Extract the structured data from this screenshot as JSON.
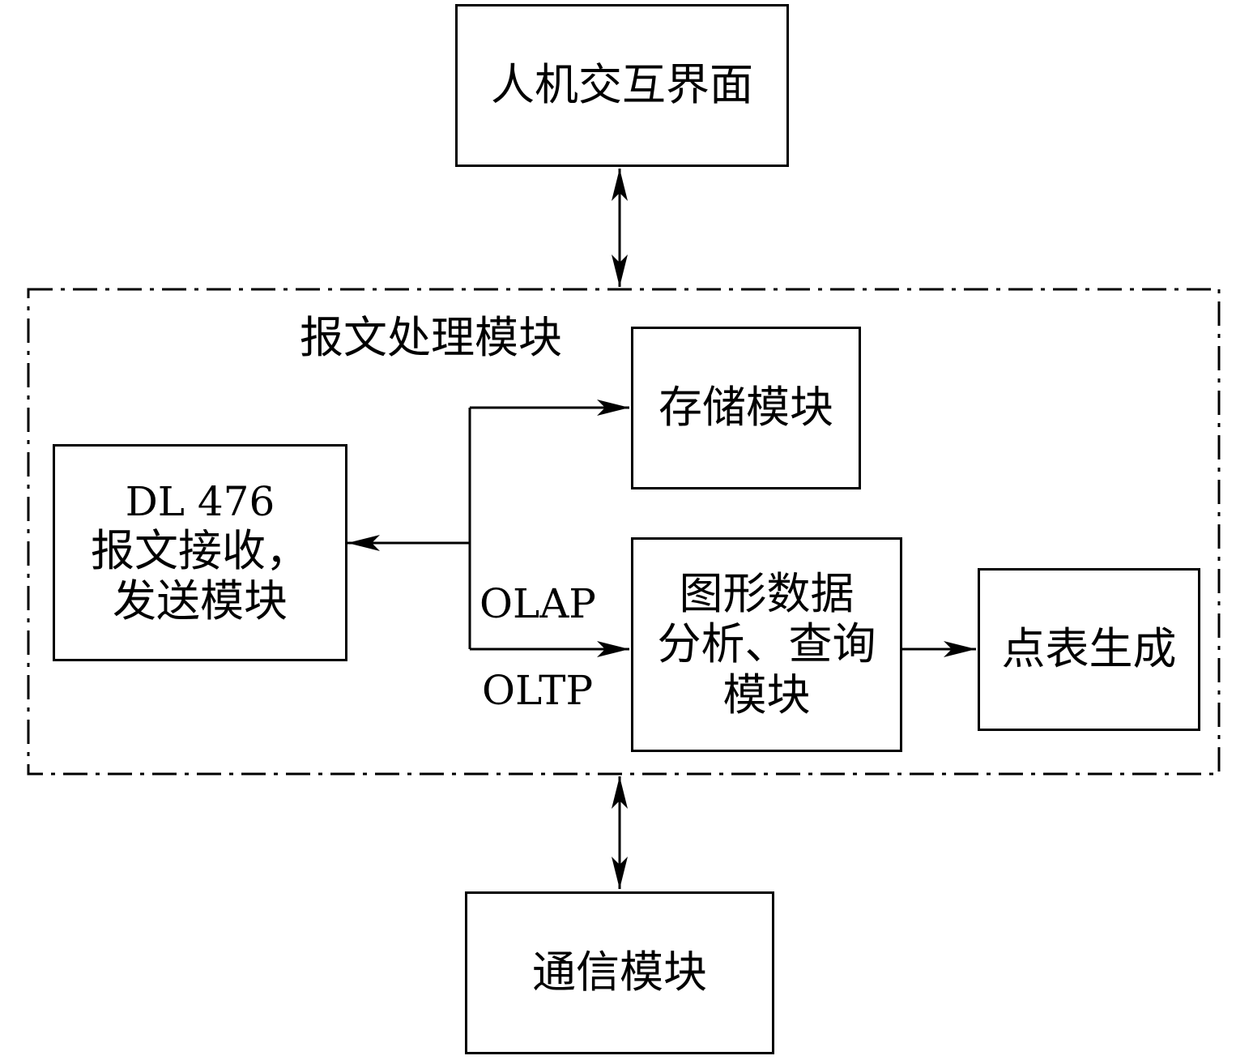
{
  "nodes": {
    "hmi": {
      "label": "人机交互界面"
    },
    "container": {
      "label": "报文处理模块"
    },
    "storage": {
      "label": "存储模块"
    },
    "dl476": {
      "lines": [
        "DL 476",
        "报文接收，",
        "发送模块"
      ]
    },
    "analysis": {
      "lines": [
        "图形数据",
        "分析、查询",
        "模块"
      ]
    },
    "point_table": {
      "label": "点表生成"
    },
    "comm": {
      "label": "通信模块"
    }
  },
  "edge_labels": {
    "olap": "OLAP",
    "oltp": "OLTP"
  },
  "edges": [
    {
      "from": "hmi",
      "to": "container",
      "direction": "both"
    },
    {
      "from": "container",
      "to": "comm",
      "direction": "both"
    },
    {
      "from": "junction",
      "to": "storage",
      "direction": "forward"
    },
    {
      "from": "junction",
      "to": "dl476",
      "direction": "forward"
    },
    {
      "from": "junction",
      "to": "analysis",
      "direction": "forward"
    },
    {
      "from": "analysis",
      "to": "point_table",
      "direction": "forward"
    }
  ]
}
